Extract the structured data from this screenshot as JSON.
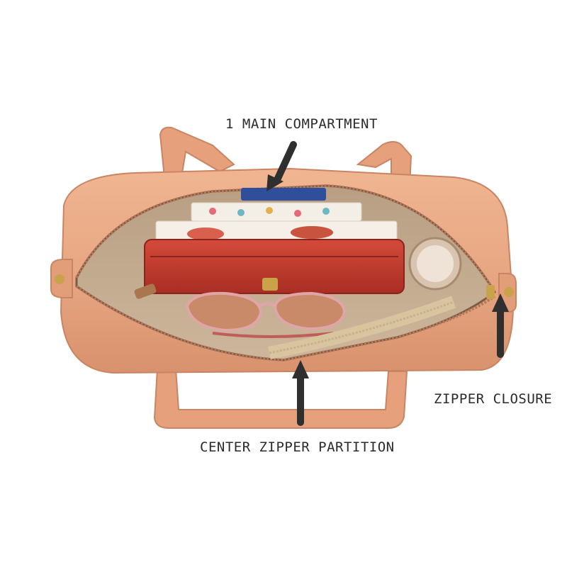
{
  "callouts": {
    "main_compartment": "1 MAIN COMPARTMENT",
    "zipper_closure": "ZIPPER CLOSURE",
    "center_partition": "CENTER ZIPPER PARTITION"
  },
  "colors": {
    "bag_leather": "#e8a783",
    "bag_shadow": "#c98563",
    "lining": "#c6ae92",
    "wallet_red": "#c03a2e",
    "arrow": "#2f2f2f",
    "zipper_gold": "#c9a24a"
  }
}
